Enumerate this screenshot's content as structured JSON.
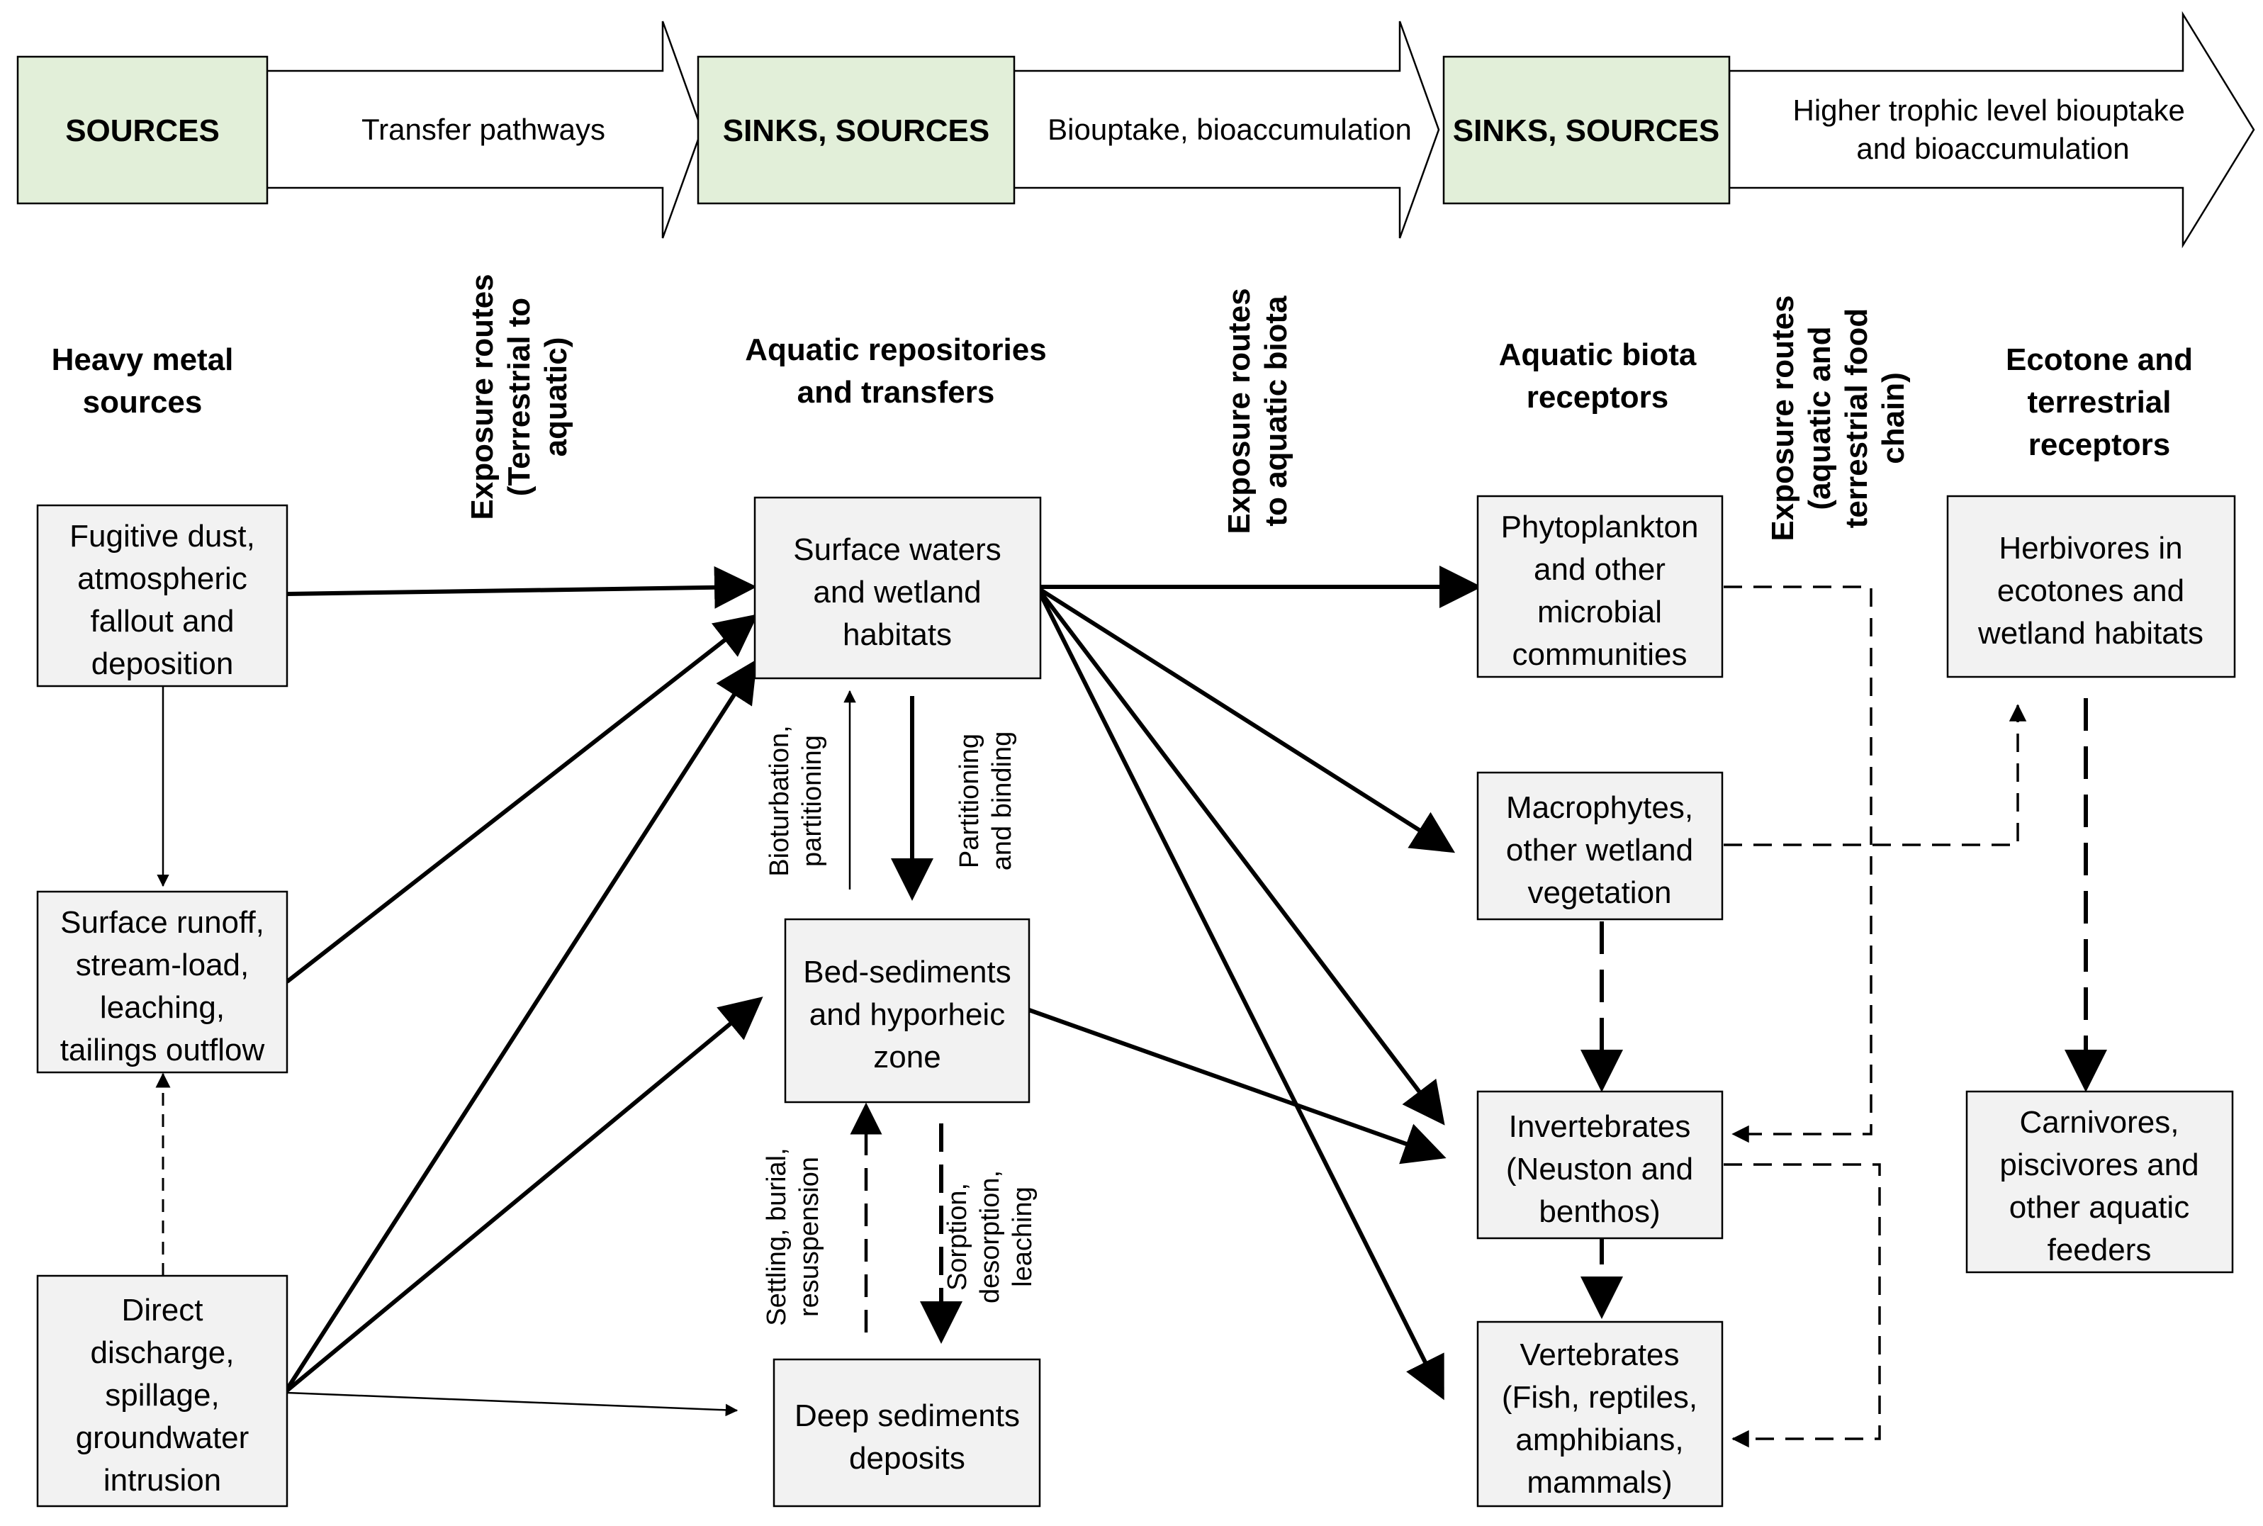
{
  "colors": {
    "banner_box_fill": "#e2efd9",
    "node_fill": "#f2f2f2",
    "stroke": "#000000"
  },
  "banner": {
    "stage_1": "SOURCES",
    "arrow_1": "Transfer pathways",
    "stage_2": "SINKS, SOURCES",
    "arrow_2": "Biouptake, bioaccumulation",
    "stage_3": "SINKS, SOURCES",
    "arrow_3_line_1": "Higher trophic level biouptake",
    "arrow_3_line_2": "and bioaccumulation"
  },
  "column_headings": {
    "sources": [
      "Heavy metal",
      "sources"
    ],
    "exposure_1": [
      "Exposure routes",
      "(Terrestrial to",
      "aquatic)"
    ],
    "repositories": [
      "Aquatic repositories",
      "and transfers"
    ],
    "exposure_2": [
      "Exposure routes",
      "to aquatic biota"
    ],
    "aquatic_receptors": [
      "Aquatic biota",
      "receptors"
    ],
    "exposure_3": [
      "Exposure routes",
      "(aquatic and",
      "terrestrial food",
      "chain)"
    ],
    "terrestrial_receptors": [
      "Ecotone and",
      "terrestrial",
      "receptors"
    ]
  },
  "nodes": {
    "fugitive_dust": [
      "Fugitive dust,",
      "atmospheric",
      "fallout and",
      "deposition"
    ],
    "surface_runoff": [
      "Surface runoff,",
      "stream-load,",
      "leaching,",
      "tailings outflow"
    ],
    "direct_discharge": [
      "Direct",
      "discharge,",
      "spillage,",
      "groundwater",
      "intrusion"
    ],
    "surface_waters": [
      "Surface waters",
      "and wetland",
      "habitats"
    ],
    "bed_sediments": [
      "Bed-sediments",
      "and hyporheic",
      "zone"
    ],
    "deep_sediments": [
      "Deep sediments",
      "deposits"
    ],
    "phytoplankton": [
      "Phytoplankton",
      "and other",
      "microbial",
      "communities"
    ],
    "macrophytes": [
      "Macrophytes,",
      "other wetland",
      "vegetation"
    ],
    "invertebrates": [
      "Invertebrates",
      "(Neuston and",
      "benthos)"
    ],
    "vertebrates": [
      "Vertebrates",
      "(Fish, reptiles,",
      "amphibians,",
      "mammals)"
    ],
    "herbivores": [
      "Herbivores in",
      "ecotones and",
      "wetland habitats"
    ],
    "carnivores": [
      "Carnivores,",
      "piscivores and",
      "other aquatic",
      "feeders"
    ]
  },
  "edge_labels": {
    "bioturbation": [
      "Bioturbation,",
      "partitioning"
    ],
    "partitioning_binding": [
      "Partitioning",
      "and binding"
    ],
    "settling": [
      "Settling, burial,",
      "resuspension"
    ],
    "sorption": [
      "Sorption,",
      "desorption,",
      "leaching"
    ]
  }
}
